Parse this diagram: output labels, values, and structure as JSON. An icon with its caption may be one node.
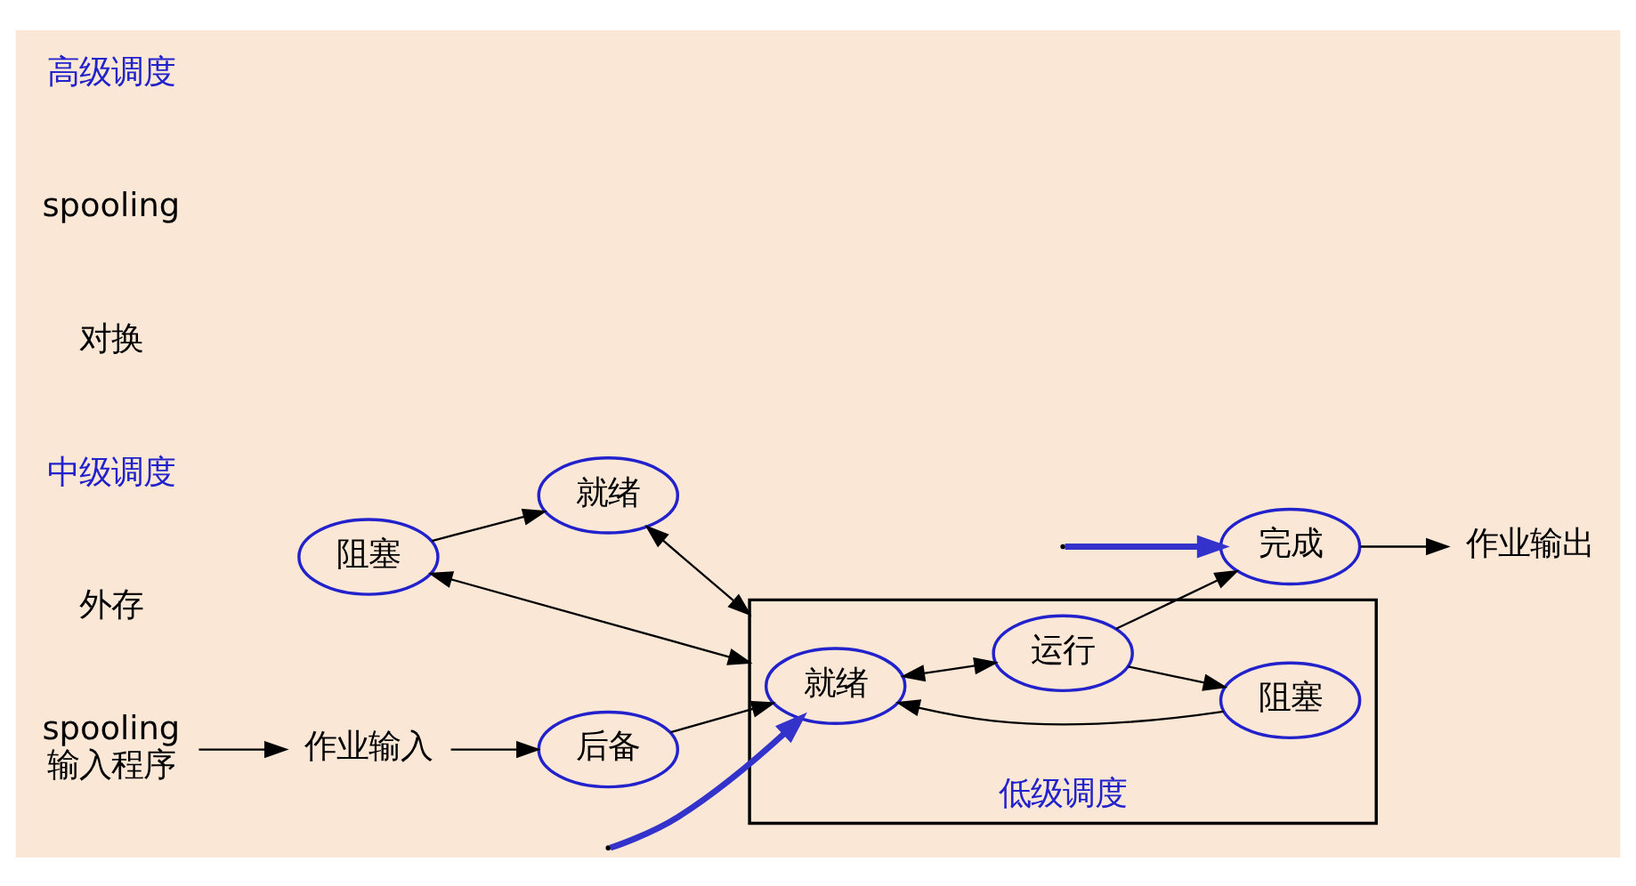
{
  "diagram": {
    "nodes": [
      {
        "text": [
          "就绪"
        ]
      },
      {
        "text": [
          "阻塞"
        ]
      },
      {
        "text": [
          "低级调度"
        ]
      },
      {
        "text": [
          "就绪"
        ],
        "in": 2
      },
      {
        "text": [
          "运行"
        ],
        "in": 2
      },
      {
        "text": [
          "阻塞"
        ],
        "in": 2
      },
      {
        "text": [
          "后备"
        ]
      },
      {
        "text": [
          "完成"
        ]
      },
      {
        "text": [
          "作业输入"
        ]
      },
      {
        "text": [
          "spooling",
          "输入程序"
        ]
      },
      {
        "text": [
          "作业输出"
        ]
      }
    ],
    "edges": [
      {
        "from": 1,
        "to": 0,
        "arrow": "to"
      },
      {
        "from": 0,
        "to": 2,
        "arrow": "both"
      },
      {
        "from": 1,
        "to": 2,
        "arrow": "both"
      },
      {
        "from": 6,
        "to": 3,
        "arrow": "to"
      },
      {
        "from": 3,
        "to": 4,
        "arrow": "both"
      },
      {
        "from": 4,
        "to": 5,
        "arrow": "to"
      },
      {
        "from": 5,
        "to": 3,
        "arrow": "to"
      },
      {
        "from": 4,
        "to": 7,
        "arrow": "to"
      },
      {
        "from": 7,
        "to": 10,
        "arrow": "to"
      },
      {
        "from": 8,
        "to": 6,
        "arrow": "to"
      },
      {
        "from": 9,
        "to": 8,
        "arrow": "to"
      },
      {
        "from": null,
        "to": 3,
        "arrow": "to",
        "style": "thick",
        "color": "#3333cc"
      },
      {
        "from": null,
        "to": 7,
        "arrow": "to",
        "style": "thick",
        "color": "#3333cc"
      }
    ],
    "labels": [
      "外存",
      "中级调度",
      "对换",
      "spooling",
      "高级调度"
    ]
  }
}
